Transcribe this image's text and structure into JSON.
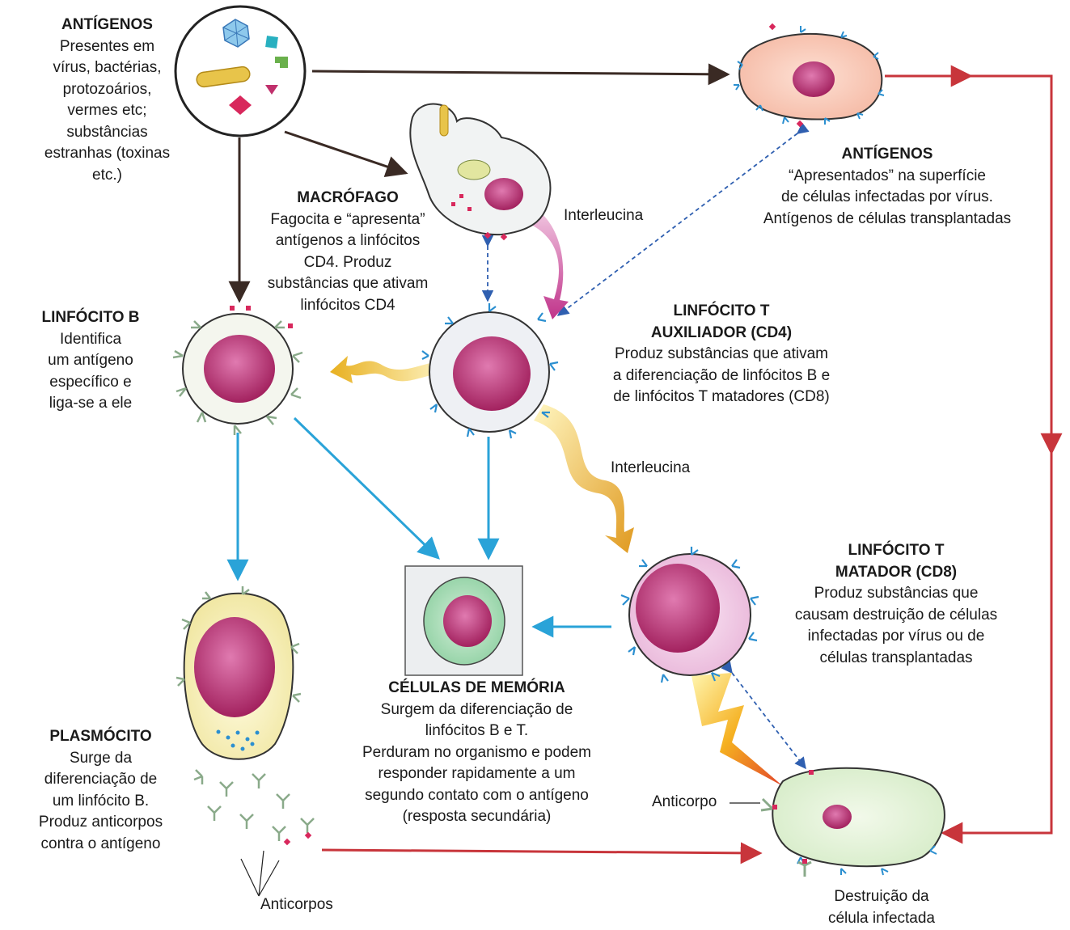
{
  "antigens": {
    "title": "ANTÍGENOS",
    "lines": [
      "Presentes em",
      "vírus, bactérias,",
      "protozoários,",
      "vermes etc;",
      "substâncias",
      "estranhas (toxinas",
      "etc.)"
    ]
  },
  "macrophage": {
    "title": "MACRÓFAGO",
    "lines": [
      "Fagocita e “apresenta”",
      "antígenos a linfócitos",
      "CD4. Produz",
      "substâncias que ativam",
      "linfócitos CD4"
    ]
  },
  "presented_antigens": {
    "title": "ANTÍGENOS",
    "lines": [
      "“Apresentados” na superfície",
      "de células infectadas por vírus.",
      "Antígenos de células transplantadas"
    ]
  },
  "interleukin_1": "Interleucina",
  "interleukin_2": "Interleucina",
  "b_lymphocyte": {
    "title": "LINFÓCITO B",
    "lines": [
      "Identifica",
      "um antígeno",
      "específico e",
      "liga-se a ele"
    ]
  },
  "helper_t": {
    "title_lines": [
      "LINFÓCITO T",
      "AUXILIADOR (CD4)"
    ],
    "lines": [
      "Produz substâncias que ativam",
      "a diferenciação de linfócitos B e",
      "de linfócitos T matadores (CD8)"
    ]
  },
  "killer_t": {
    "title_lines": [
      "LINFÓCITO T",
      "MATADOR (CD8)"
    ],
    "lines": [
      "Produz substâncias que",
      "causam destruição de células",
      "infectadas por vírus ou de",
      "células transplantadas"
    ]
  },
  "memory_cells": {
    "title": "CÉLULAS DE MEMÓRIA",
    "lines": [
      "Surgem da diferenciação de",
      "linfócitos B e T.",
      "Perduram no organismo e podem",
      "responder rapidamente a um",
      "segundo contato com o antígeno",
      "(resposta secundária)"
    ]
  },
  "plasmocyte": {
    "title": "PLASMÓCITO",
    "lines": [
      "Surge da",
      "diferenciação de",
      "um linfócito B.",
      "Produz anticorpos",
      "contra o antígeno"
    ]
  },
  "antibody_label": "Anticorpo",
  "antibodies_label": "Anticorpos",
  "destruction": {
    "lines": [
      "Destruição da",
      "célula infectada"
    ]
  },
  "colors": {
    "arrow_dark": "#3a2a24",
    "arrow_red": "#c8353b",
    "arrow_blue": "#2aa3d8",
    "dashed_blue": "#2f5fb0",
    "nucleus": "#b22e6e",
    "interleukin_magenta": "#c0338a",
    "interleukin_yellow": "#f0d040",
    "receptor_blue": "#2b8fd0",
    "receptor_green": "#8aaa8a"
  }
}
